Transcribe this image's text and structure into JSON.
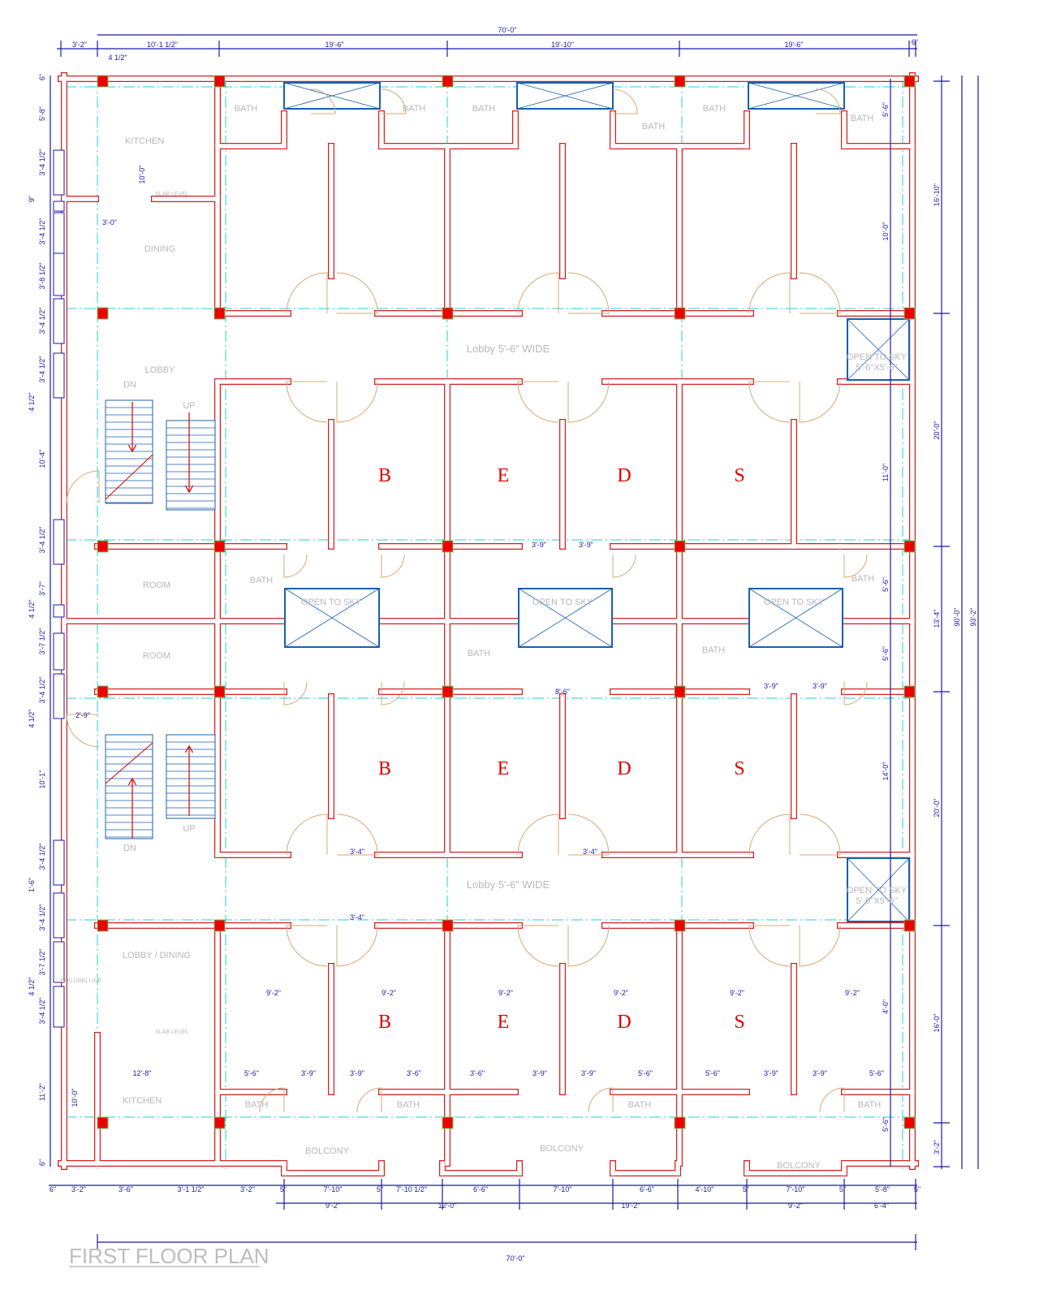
{
  "title": "FIRST FLOOR PLAN",
  "colors": {
    "wall": "#d42020",
    "column": "#ee0000",
    "grid": "#20d0d0",
    "dimension": "#1a1aa8",
    "door": "#d9a878",
    "room_text": "#b8b8b8",
    "bed_text": "#e00000"
  },
  "rooms": {
    "kitchen": "KITCHEN",
    "dining": "DINING",
    "lobby": "LOBBY",
    "room": "ROOM",
    "bath": "BATH",
    "lobby_dining": "LOBBY / DINING",
    "bolcony": "BOLCONY",
    "open_to_sky": "OPEN TO SKY",
    "open_to_sky_size": "5'-6\"X5'-6\"",
    "lobby_wide": "Lobby 5'-6\" WIDE",
    "up": "UP",
    "dn": "DN",
    "building_line": "BUILDING LINE",
    "slab_level": "SLAB LEVEL"
  },
  "beds_letters": [
    "B",
    "E",
    "D",
    "S"
  ],
  "dimensions": {
    "overall_top": "70'-0\"",
    "overall_bottom": "70'-0\"",
    "top": [
      "3'-2\"",
      "10'-1 1/2\"",
      "19'-6\"",
      "19'-10\"",
      "19'-6\"",
      "6\"",
      "4 1/2\""
    ],
    "bottom_row1": [
      "6\"",
      "3'-2\"",
      "3'-6\"",
      "3'-1 1/2\"",
      "3'-2\"",
      "5\"",
      "7'-10\"",
      "5\"",
      "7'-10 1/2\"",
      "6'-6\"",
      "7'-10\"",
      "6'-6\"",
      "4'-10\"",
      "5\"",
      "7'-10\"",
      "5\"",
      "5'-8\"",
      "5\""
    ],
    "bottom_row2": [
      "9'-2\"",
      "12'-0\"",
      "19'-2\"",
      "9'-2\"",
      "6'-4\""
    ],
    "right_bays": [
      "16'-10\"",
      "20'-0\"",
      "13'-4\"",
      "20'-0\"",
      "16'-0\"",
      "3'-2\""
    ],
    "right_total": "90'-0\"",
    "right_total_outer": "93'-2\"",
    "right_inner": [
      "5'-6\"",
      "10'-0\"",
      "11'-0\"",
      "5'-6\"",
      "5'-6\"",
      "14'-0\"",
      "4'-0\"",
      "5'-6\""
    ],
    "left": [
      "6\"",
      "5'-8\"",
      "3'-4 1/2\"",
      "9\"",
      "3'-4 1/2\"",
      "3'-8 1/2\"",
      "3'-4 1/2\"",
      "3'-4 1/2\"",
      "4 1/2\"",
      "10'-4\"",
      "3'-4 1/2\"",
      "3'-7\"",
      "4 1/2\"",
      "3'-7 1/2\"",
      "3'-4 1/2\"",
      "4 1/2\"",
      "10'-1\"",
      "3'-4 1/2\"",
      "1'-6\"",
      "3'-4 1/2\"",
      "3'-7 1/2\"",
      "4 1/2\"",
      "3'-4 1/2\"",
      "11'-2\"",
      "6\""
    ],
    "interior_9_2": [
      "9'-2\"",
      "9'-2\"",
      "9'-2\"",
      "9'-2\"",
      "9'-2\"",
      "9'-2\""
    ],
    "interior_bath_row": [
      "5'-6\"",
      "3'-9\"",
      "3'-9\"",
      "3'-6\"",
      "3'-6\"",
      "3'-9\"",
      "3'-9\"",
      "5'-6\"",
      "5'-6\"",
      "3'-9\"",
      "3'-9\"",
      "5'-6\""
    ],
    "interior_misc": [
      "3'-9\"",
      "3'-9\"",
      "3'-9\"",
      "3'-9\"",
      "3'-4\"",
      "3'-4\"",
      "3'-4\"",
      "8'-6\"",
      "3'-0\"",
      "12'-8\"",
      "10'-0\"",
      "10'-0\"",
      "2'-9\""
    ]
  }
}
